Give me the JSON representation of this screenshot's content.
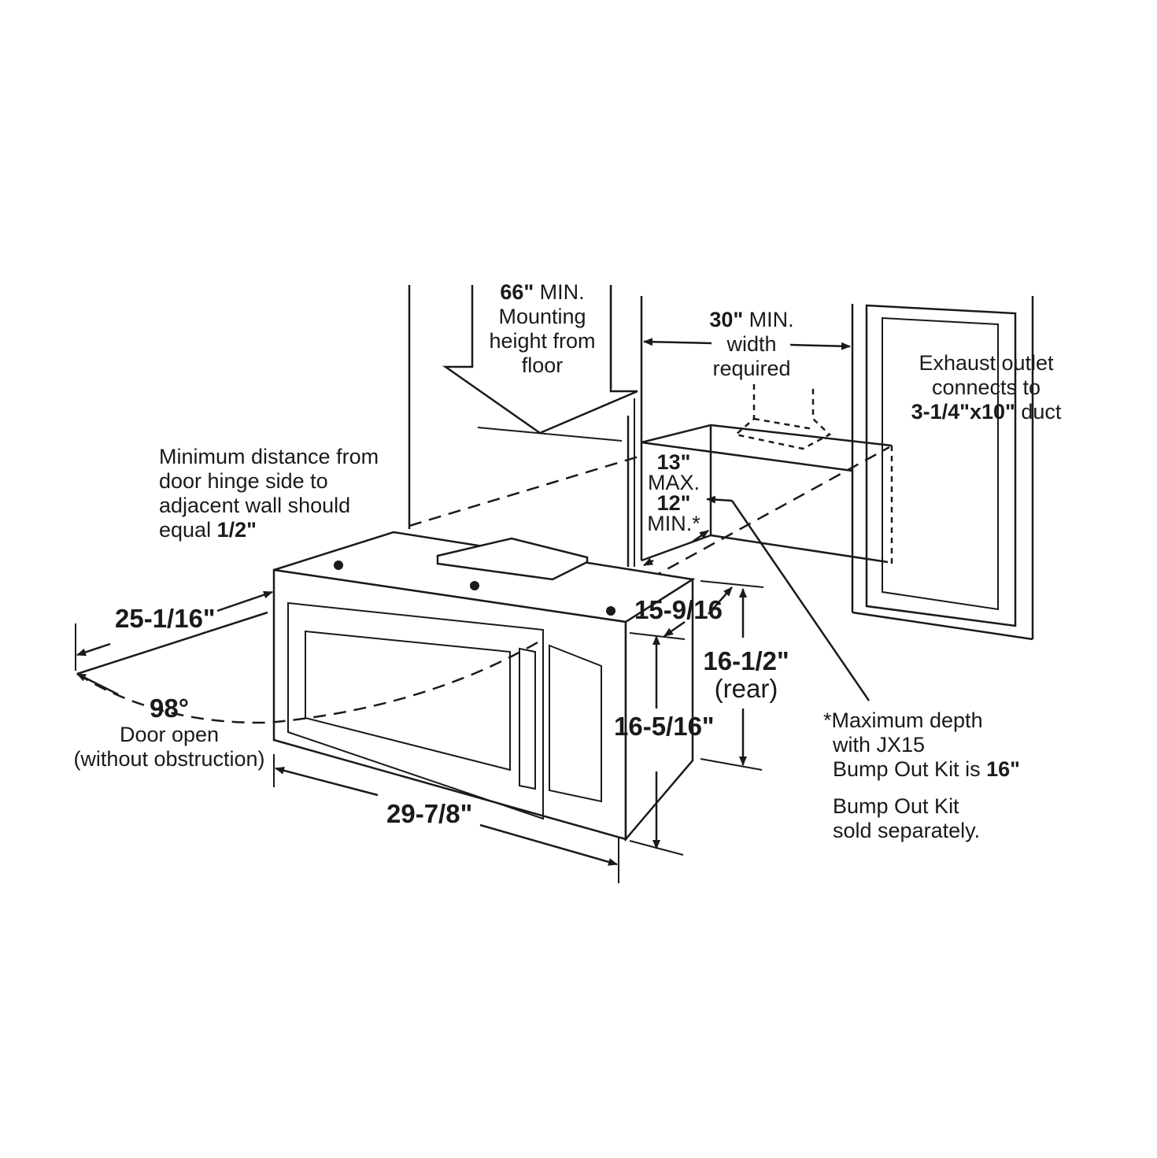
{
  "mounting_height": {
    "value": "66\"",
    "min": "MIN.",
    "line1": "Mounting",
    "line2": "height from",
    "line3": "floor"
  },
  "width_req": {
    "value": "30\"",
    "min": "MIN.",
    "line1": "width",
    "line2": "required"
  },
  "exhaust": {
    "line1": "Exhaust outlet",
    "line2": "connects to",
    "duct_size": "3-1/4\"x10\"",
    "duct": "duct"
  },
  "hinge_note": {
    "line1": "Minimum distance from",
    "line2": "door hinge side to",
    "line3": "adjacent wall should",
    "line4_prefix": "equal",
    "value": "1/2\""
  },
  "clearance": {
    "max_value": "13\"",
    "max": "MAX.",
    "min_value": "12\"",
    "min": "MIN.*"
  },
  "dims": {
    "door_depth": "25-1/16\"",
    "depth_top": "15-9/16",
    "height_rear": "16-1/2\"",
    "rear": "(rear)",
    "height_front": "16-5/16\"",
    "width": "29-7/8\""
  },
  "door_open": {
    "angle": "98°",
    "line1": "Door open",
    "line2": "(without obstruction)"
  },
  "bump_note": {
    "line1": "*Maximum depth",
    "line2": "with JX15",
    "line3_prefix": "Bump Out Kit is",
    "value": "16\"",
    "line4": "Bump Out Kit",
    "line5": "sold separately."
  }
}
